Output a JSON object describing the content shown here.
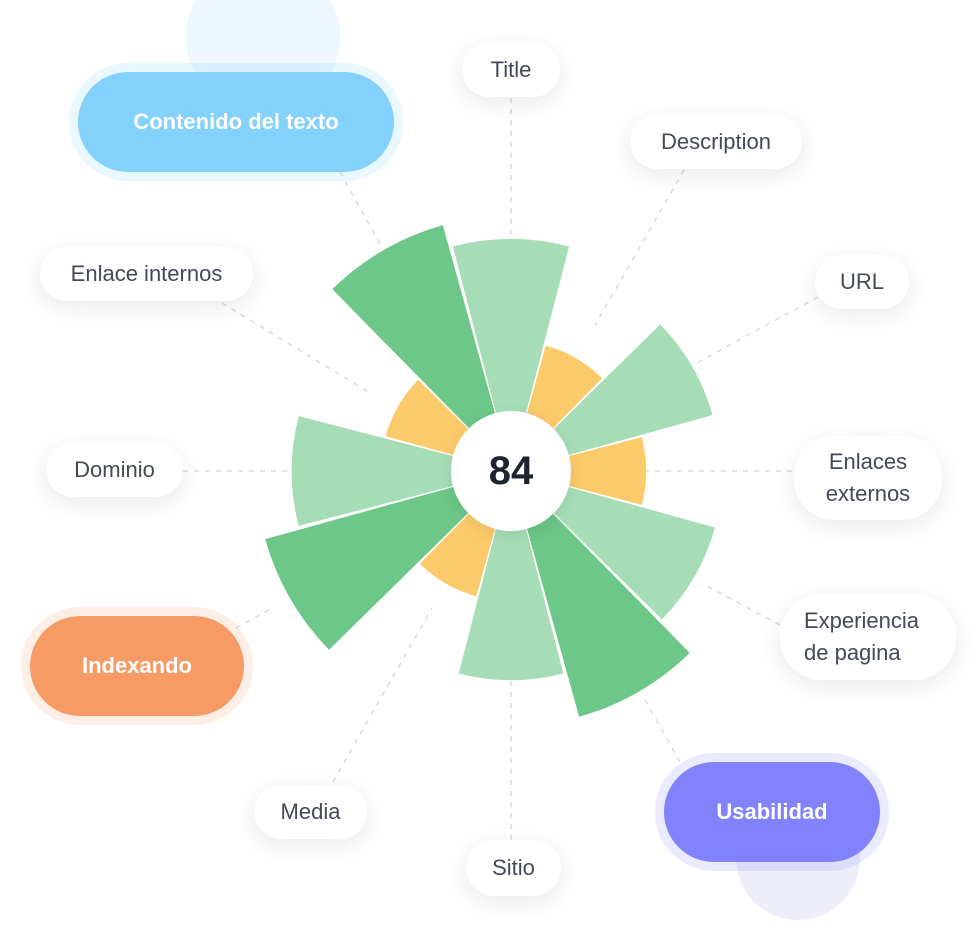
{
  "chart_data": {
    "type": "radial-bar",
    "center_value": "84",
    "colors": {
      "dark_green": "#6cc788",
      "light_green": "#a6ddb7",
      "yellow": "#fbca6b",
      "contenido": "#84d1fb",
      "indexando": "#f69a66",
      "usabilidad": "#8282fc"
    },
    "segments": [
      {
        "angle": 0,
        "value": 0.91,
        "color": "light_green"
      },
      {
        "angle": 30,
        "value": 0.51,
        "color": "yellow"
      },
      {
        "angle": 60,
        "value": 0.82,
        "color": "light_green"
      },
      {
        "angle": 90,
        "value": 0.53,
        "color": "yellow"
      },
      {
        "angle": 120,
        "value": 0.83,
        "color": "light_green"
      },
      {
        "angle": 150,
        "value": 1.0,
        "color": "dark_green"
      },
      {
        "angle": 180,
        "value": 0.82,
        "color": "light_green"
      },
      {
        "angle": 210,
        "value": 0.51,
        "color": "yellow"
      },
      {
        "angle": 240,
        "value": 1.0,
        "color": "dark_green"
      },
      {
        "angle": 270,
        "value": 0.86,
        "color": "light_green"
      },
      {
        "angle": 300,
        "value": 0.51,
        "color": "yellow"
      },
      {
        "angle": 330,
        "value": 1.0,
        "color": "dark_green"
      }
    ],
    "labels": {
      "title": "Title",
      "description": "Description",
      "url": "URL",
      "enlaces_externos_1": "Enlaces",
      "enlaces_externos_2": "externos",
      "experiencia_1": "Experiencia",
      "experiencia_2": "de pagina",
      "sitio": "Sitio",
      "media": "Media",
      "dominio": "Dominio",
      "enlace_internos": "Enlace internos"
    },
    "categories": {
      "contenido": "Contenido del texto",
      "indexando": "Indexando",
      "usabilidad": "Usabilidad"
    }
  }
}
